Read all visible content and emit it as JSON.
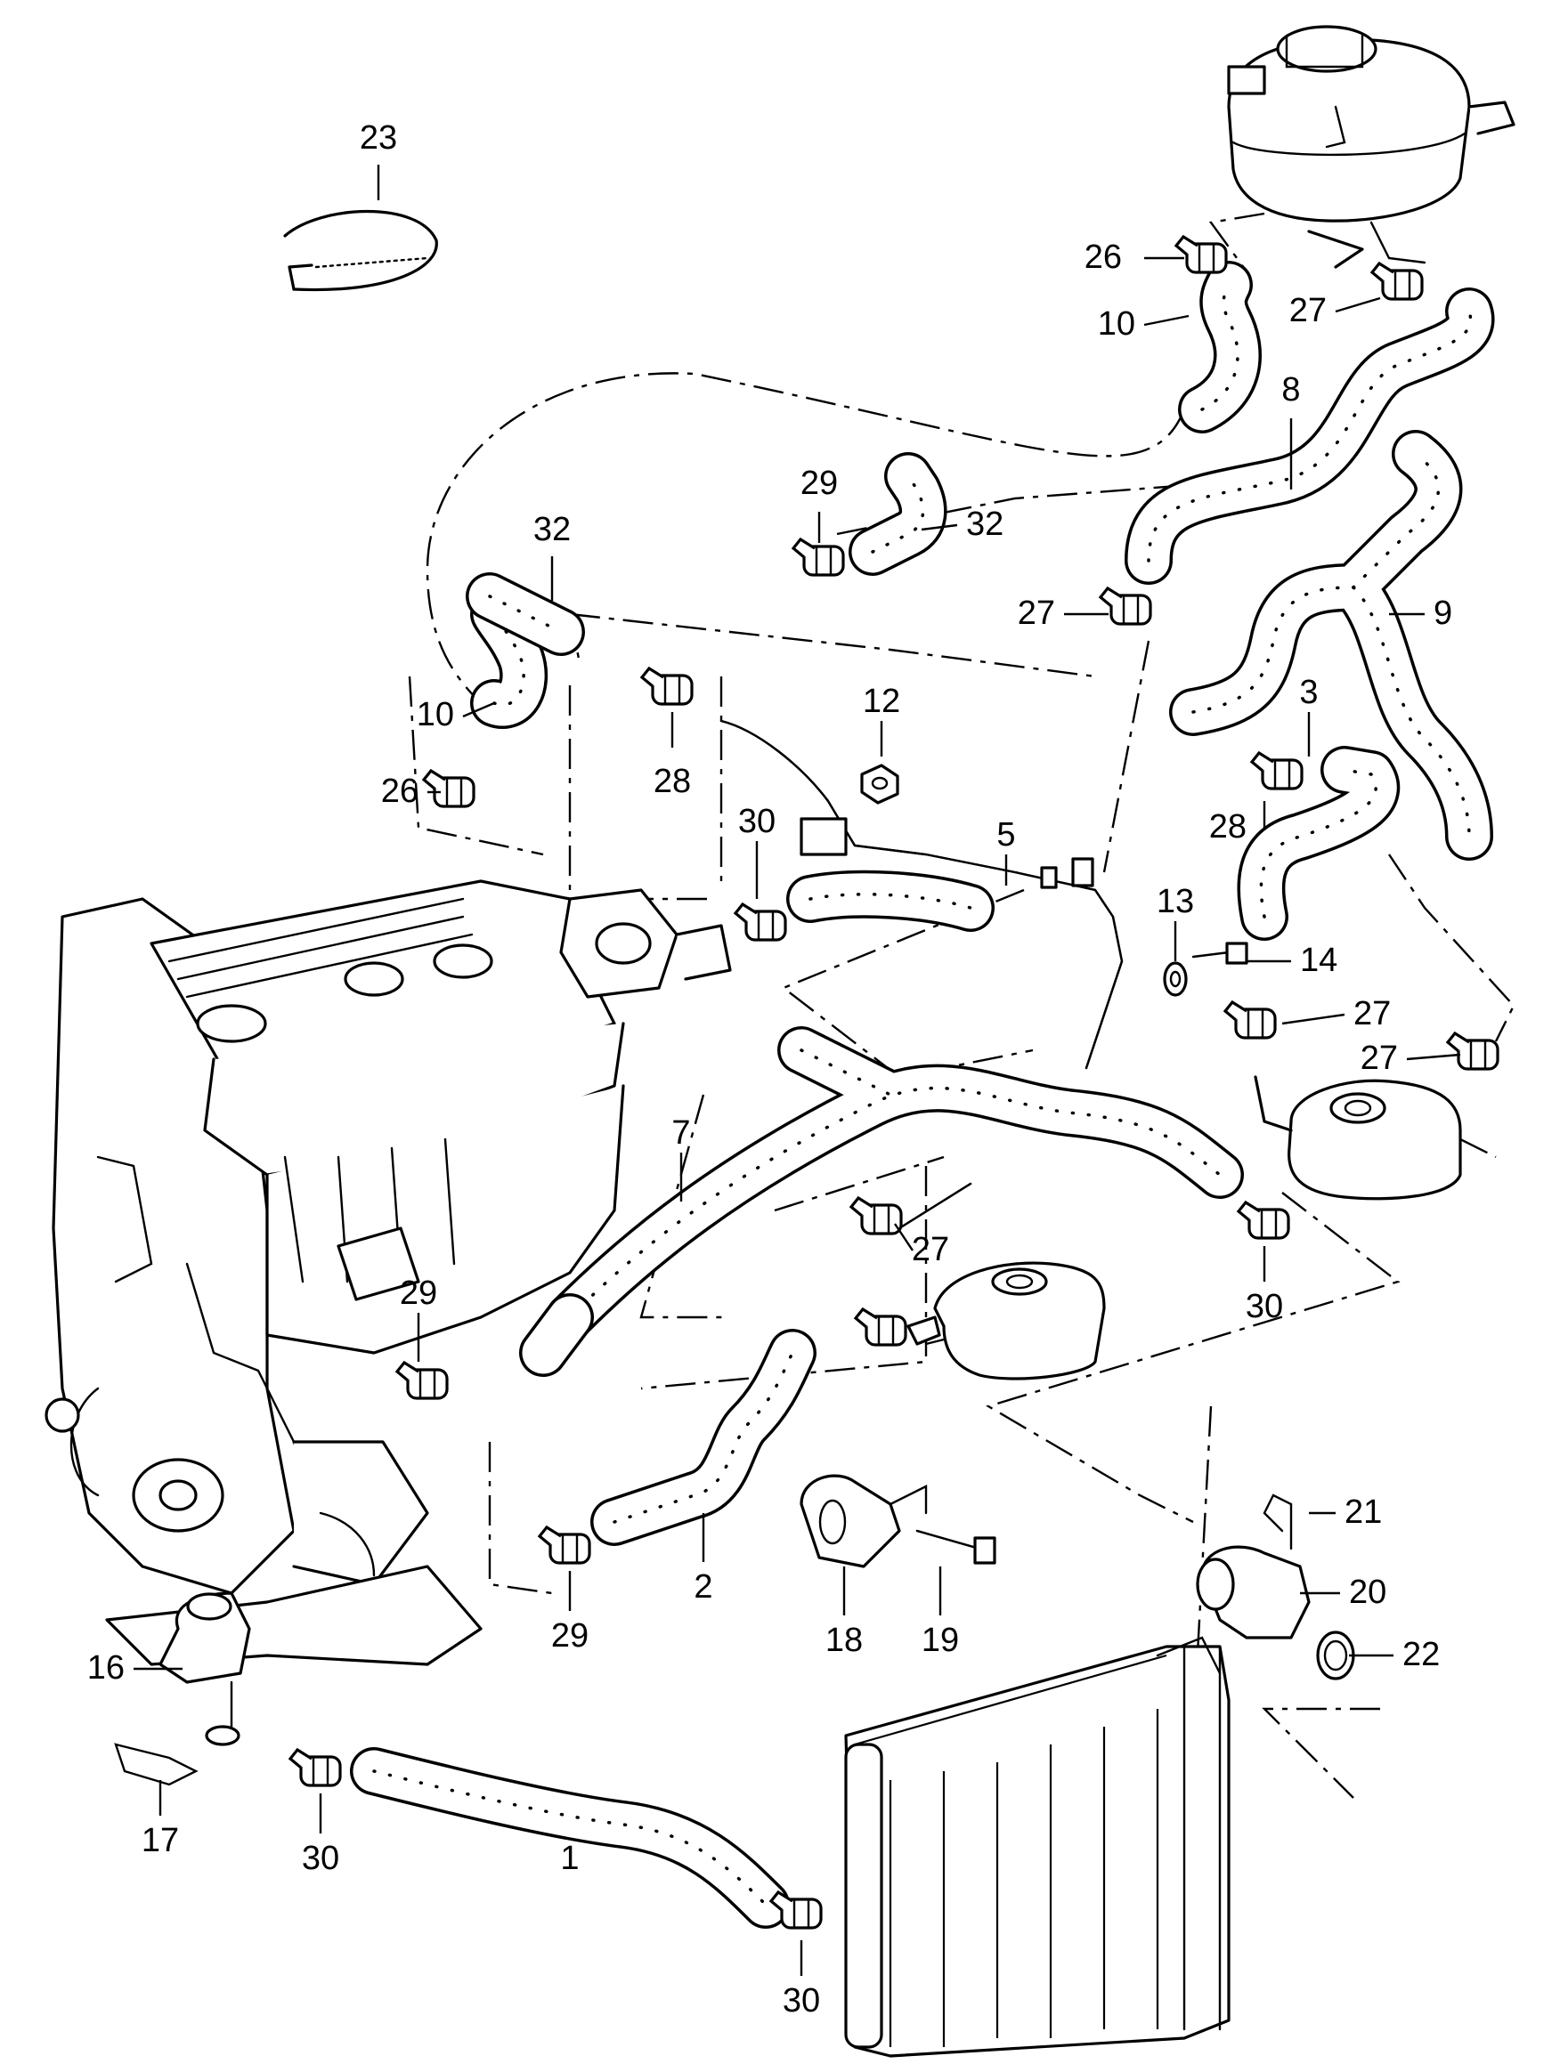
{
  "diagram": {
    "type": "exploded-parts-view",
    "colors": {
      "line": "#000000",
      "background": "#ffffff"
    },
    "callouts": {
      "c1": "1",
      "c2": "2",
      "c3": "3",
      "c5": "5",
      "c7": "7",
      "c8": "8",
      "c9": "9",
      "c10a": "10",
      "c10b": "10",
      "c12": "12",
      "c13": "13",
      "c14": "14",
      "c16": "16",
      "c17": "17",
      "c18": "18",
      "c19": "19",
      "c20": "20",
      "c21": "21",
      "c22": "22",
      "c23": "23",
      "c26a": "26",
      "c26b": "26",
      "c27a": "27",
      "c27b": "27",
      "c27c": "27",
      "c27d": "27",
      "c27e": "27",
      "c28a": "28",
      "c28b": "28",
      "c29a": "29",
      "c29b": "29",
      "c29c": "29",
      "c30a": "30",
      "c30b": "30",
      "c30c": "30",
      "c30d": "30",
      "c32a": "32",
      "c32b": "32"
    }
  }
}
